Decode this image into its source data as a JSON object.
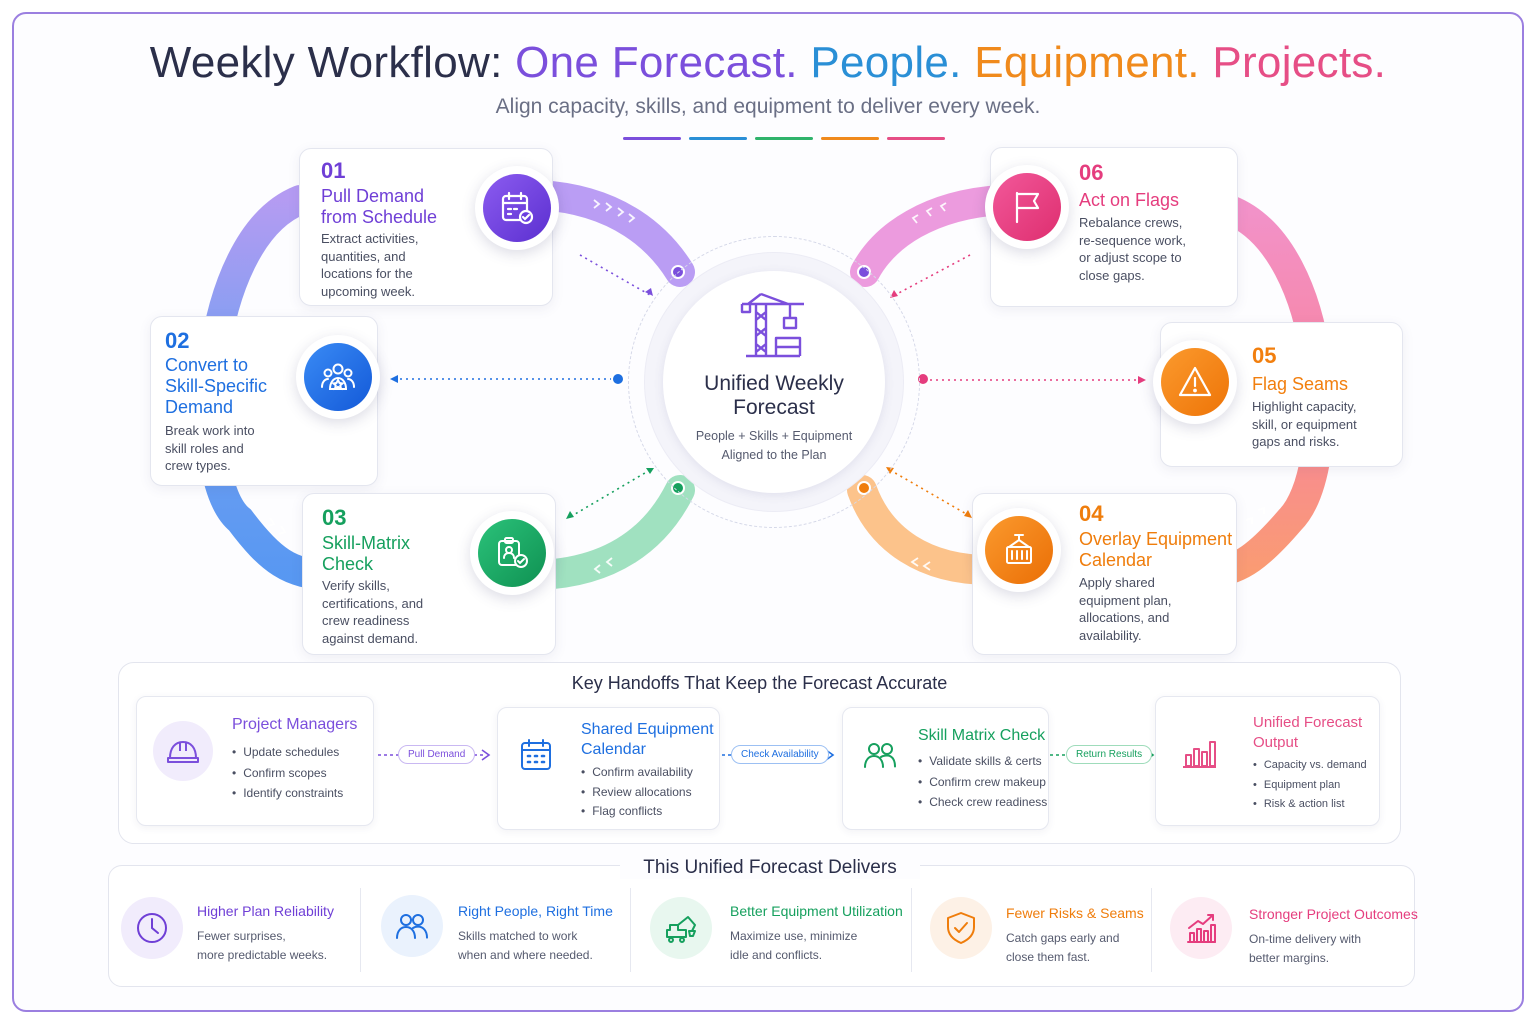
{
  "header": {
    "title_prefix": "Weekly Workflow: ",
    "title_parts": [
      {
        "text": "One Forecast. ",
        "color": "#7b4fdc"
      },
      {
        "text": "People. ",
        "color": "#2a8fd6"
      },
      {
        "text": "Equipment. ",
        "color": "#f08a1c"
      },
      {
        "text": "Projects.",
        "color": "#e64e86"
      }
    ],
    "subtitle": "Align capacity, skills, and equipment to deliver every week."
  },
  "center": {
    "title_line1": "Unified Weekly",
    "title_line2": "Forecast",
    "sub_line1": "People + Skills + Equipment",
    "sub_line2": "Aligned to the Plan",
    "icon": "crane-icon"
  },
  "steps": [
    {
      "number": "01",
      "title_line1": "Pull Demand",
      "title_line2": "from Schedule",
      "desc": [
        "Extract activities,",
        "quantities, and",
        "locations for the",
        "upcoming week."
      ],
      "color": "#6f3fd6",
      "icon": "calendar-check-icon"
    },
    {
      "number": "02",
      "title_line1": "Convert to",
      "title_line2": "Skill-Specific",
      "title_line3": "Demand",
      "desc": [
        "Break work into",
        "skill roles and",
        "crew types."
      ],
      "color": "#1e6fe0",
      "icon": "team-icon"
    },
    {
      "number": "03",
      "title_line1": "Skill-Matrix",
      "title_line2": "Check",
      "desc": [
        "Verify skills,",
        "certifications, and",
        "crew readiness",
        "against demand."
      ],
      "color": "#16a05e",
      "icon": "clipboard-check-icon"
    },
    {
      "number": "04",
      "title_line1": "Overlay Equipment",
      "title_line2": "Calendar",
      "desc": [
        "Apply shared",
        "equipment plan,",
        "allocations, and",
        "availability."
      ],
      "color": "#ef7d0c",
      "icon": "container-crane-icon"
    },
    {
      "number": "05",
      "title_line1": "Flag Seams",
      "desc": [
        "Highlight capacity,",
        "skill, or equipment",
        "gaps and risks."
      ],
      "color": "#f27f0e",
      "icon": "warning-icon"
    },
    {
      "number": "06",
      "title_line1": "Act on Flags",
      "desc": [
        "Rebalance crews,",
        "re-sequence work,",
        "or adjust scope to",
        "close gaps."
      ],
      "color": "#e53d7e",
      "icon": "flag-icon"
    }
  ],
  "handoffs": {
    "title": "Key Handoffs That Keep the Forecast Accurate",
    "cards": [
      {
        "title_line1": "Project Managers",
        "items": [
          "Update schedules",
          "Confirm scopes",
          "Identify constraints"
        ],
        "color": "#7b4fdc",
        "icon": "hard-hat-icon"
      },
      {
        "title_line1": "Shared Equipment",
        "title_line2": "Calendar",
        "items": [
          "Confirm availability",
          "Review allocations",
          "Flag conflicts"
        ],
        "color": "#1e6fe0",
        "icon": "calendar-icon"
      },
      {
        "title_line1": "Skill Matrix Check",
        "items": [
          "Validate skills & certs",
          "Confirm crew makeup",
          "Check crew readiness"
        ],
        "color": "#16a05e",
        "icon": "people-icon"
      },
      {
        "title_line1": "Unified Forecast",
        "title_line2": "Output",
        "items": [
          "Capacity vs. demand",
          "Equipment plan",
          "Risk & action list"
        ],
        "color": "#e64e86",
        "icon": "bar-chart-icon"
      }
    ],
    "connectors": [
      {
        "label": "Pull Demand",
        "color": "#7b4fdc"
      },
      {
        "label": "Check Availability",
        "color": "#1e6fe0"
      },
      {
        "label": "Return Results",
        "color": "#16a05e"
      }
    ]
  },
  "delivers": {
    "title": "This Unified Forecast Delivers",
    "items": [
      {
        "title": "Higher Plan Reliability",
        "desc": [
          "Fewer surprises,",
          "more predictable weeks."
        ],
        "color": "#6f3fd6",
        "icon": "clock-icon"
      },
      {
        "title": "Right People, Right Time",
        "desc": [
          "Skills matched to work",
          "when and where needed."
        ],
        "color": "#1e6fe0",
        "icon": "people-icon"
      },
      {
        "title": "Better Equipment Utilization",
        "desc": [
          "Maximize use, minimize",
          "idle and conflicts."
        ],
        "color": "#16a05e",
        "icon": "excavator-icon"
      },
      {
        "title": "Fewer Risks & Seams",
        "desc": [
          "Catch gaps early and",
          "close them fast."
        ],
        "color": "#ef7d0c",
        "icon": "shield-check-icon"
      },
      {
        "title": "Stronger Project Outcomes",
        "desc": [
          "On-time delivery with",
          "better margins."
        ],
        "color": "#e53d7e",
        "icon": "growth-chart-icon"
      }
    ]
  }
}
